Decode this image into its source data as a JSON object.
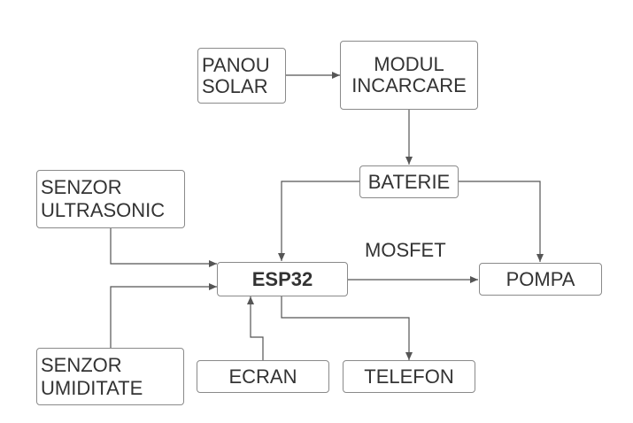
{
  "nodes": {
    "panou_solar": {
      "lines": [
        "PANOU",
        "SOLAR"
      ]
    },
    "modul_incarcare": {
      "lines": [
        "MODUL",
        "INCARCARE"
      ]
    },
    "baterie": {
      "lines": [
        "BATERIE"
      ]
    },
    "senzor_ultrasonic": {
      "lines": [
        "SENZOR",
        "ULTRASONIC"
      ]
    },
    "esp32": {
      "lines": [
        "ESP32"
      ]
    },
    "pompa": {
      "lines": [
        "POMPA"
      ]
    },
    "senzor_umiditate": {
      "lines": [
        "SENZOR",
        "UMIDITATE"
      ]
    },
    "ecran": {
      "lines": [
        "ECRAN"
      ]
    },
    "telefon": {
      "lines": [
        "TELEFON"
      ]
    }
  },
  "edge_labels": {
    "mosfet": "MOSFET"
  },
  "colors": {
    "line": "#555555",
    "border": "#8a8a8a",
    "text": "#333333"
  }
}
